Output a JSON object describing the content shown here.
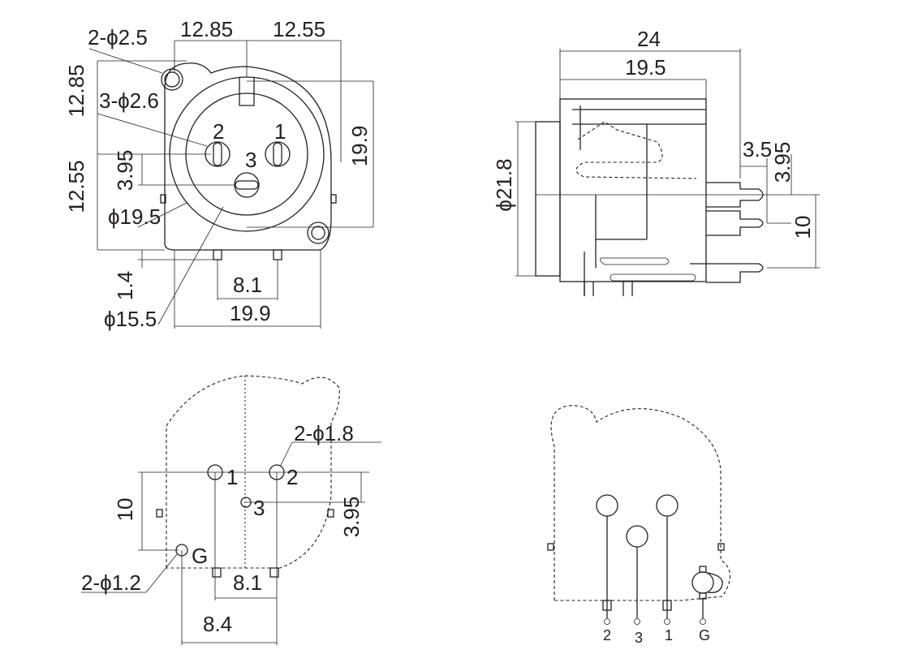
{
  "front_view": {
    "mount_hole_label": "2-ϕ2.5",
    "top_left_width": "12.85",
    "top_right_width": "12.55",
    "left_upper_height": "12.85",
    "left_lower_height": "12.55",
    "pin_hole_label": "3-ϕ2.6",
    "pin_1": "1",
    "pin_2": "2",
    "pin_3": "3",
    "right_height": "19.9",
    "pin3_offset": "3.95",
    "inner_dia": "ϕ19.5",
    "pin_protrusion": "1.4",
    "pin_spacing": "8.1",
    "outer_dia": "ϕ15.5",
    "bottom_width": "19.9"
  },
  "side_view": {
    "total_depth": "24",
    "body_depth": "19.5",
    "flange_dia": "ϕ21.8",
    "pin_length": "3.5",
    "pin_offset": "3.95",
    "pin_span": "10"
  },
  "pcb_layout": {
    "pin_hole_label": "2-ϕ1.8",
    "pin_1": "1",
    "pin_2": "2",
    "pin_3": "3",
    "height": "10",
    "offset": "3.95",
    "ground": "G",
    "ground_hole_label": "2-ϕ1.2",
    "pin_spacing": "8.1",
    "ground_spacing": "8.4"
  },
  "rear_view": {
    "pin_2": "2",
    "pin_3": "3",
    "pin_1": "1",
    "ground": "G"
  }
}
